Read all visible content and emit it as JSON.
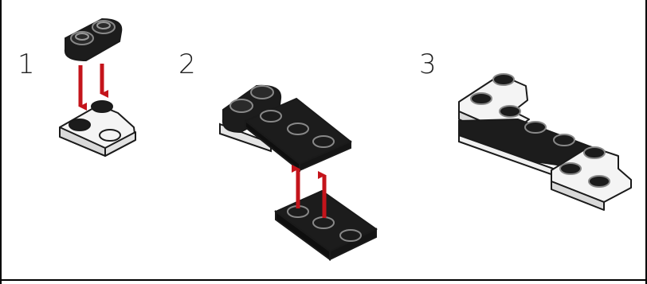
{
  "steps": [
    {
      "number": "1"
    },
    {
      "number": "2"
    },
    {
      "number": "3"
    }
  ],
  "colors": {
    "black_brick": "#1c1c1c",
    "black_brick_side": "#0e0e0e",
    "white_brick": "#f4f4f4",
    "white_brick_side": "#d9d9d9",
    "outline": "#1a1a1a",
    "arrow": "#c4141b",
    "frame": "#000000"
  },
  "icons": [
    "arrow-down-icon",
    "arrow-up-icon"
  ]
}
